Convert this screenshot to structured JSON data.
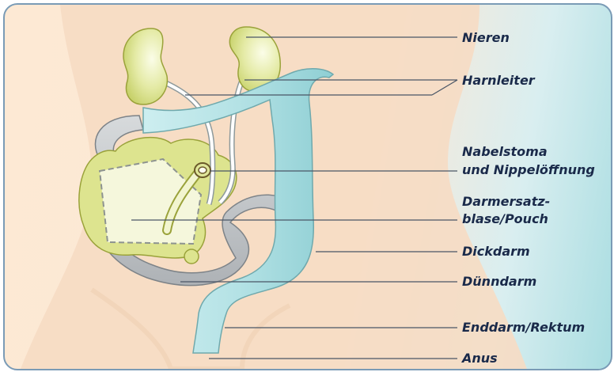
{
  "diagram": {
    "labels": {
      "nieren": "Nieren",
      "harnleiter": "Harnleiter",
      "nabelstoma_1": "Nabelstoma",
      "nabelstoma_2": "und Nippelöffnung",
      "darmersatz_1": "Darmersatz-",
      "darmersatz_2": "blase/Pouch",
      "dickdarm": "Dickdarm",
      "duenndarm": "Dünndarm",
      "enddarm": "Enddarm/Rektum",
      "anus": "Anus"
    },
    "colors": {
      "background_skin": "#fde9d4",
      "body": "#f6dcc3",
      "kidney": "#d8e08a",
      "colon": "#b9e3e6",
      "small_intestine": "#c9cccf",
      "pouch_fill": "#f3f6d2",
      "label_text": "#1a2a4a",
      "leader_line": "#4a5666",
      "frame": "#7a9bb6"
    }
  }
}
